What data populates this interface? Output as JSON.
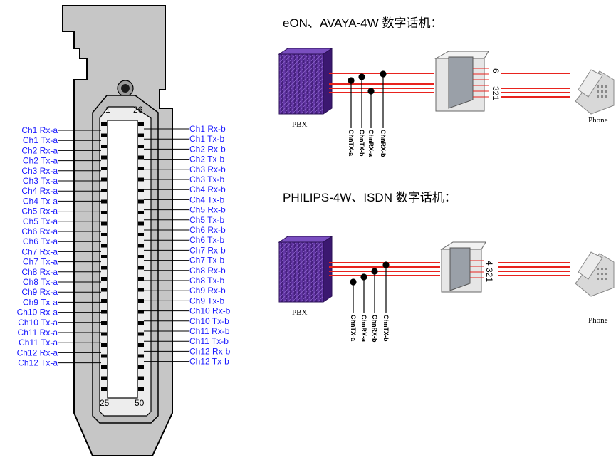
{
  "connector": {
    "pin_first_top": "1",
    "pin_first_bottom": "25",
    "pin_second_top": "26",
    "pin_second_bottom": "50",
    "left_labels": [
      "Ch1 Rx-a",
      "Ch1 Tx-a",
      "Ch2 Rx-a",
      "Ch2 Tx-a",
      "Ch3 Rx-a",
      "Ch3 Tx-a",
      "Ch4 Rx-a",
      "Ch4 Tx-a",
      "Ch5 Rx-a",
      "Ch5 Tx-a",
      "Ch6 Rx-a",
      "Ch6 Tx-a",
      "Ch7 Rx-a",
      "Ch7 Tx-a",
      "Ch8 Rx-a",
      "Ch8 Tx-a",
      "Ch9 Rx-a",
      "Ch9 Tx-a",
      "Ch10 Rx-a",
      "Ch10 Tx-a",
      "Ch11 Rx-a",
      "Ch11 Tx-a",
      "Ch12 Rx-a",
      "Ch12 Tx-a"
    ],
    "right_labels": [
      "Ch1 Rx-b",
      "Ch1 Tx-b",
      "Ch2 Rx-b",
      "Ch2 Tx-b",
      "Ch3 Rx-b",
      "Ch3 Tx-b",
      "Ch4 Rx-b",
      "Ch4 Tx-b",
      "Ch5 Rx-b",
      "Ch5 Tx-b",
      "Ch6 Rx-b",
      "Ch6 Tx-b",
      "Ch7 Rx-b",
      "Ch7 Tx-b",
      "Ch8 Rx-b",
      "Ch8 Tx-b",
      "Ch9 Rx-b",
      "Ch9 Tx-b",
      "Ch10 Rx-b",
      "Ch10 Tx-b",
      "Ch11 Rx-b",
      "Ch11 Tx-b",
      "Ch12 Rx-b",
      "Ch12 Tx-b"
    ]
  },
  "diagram1": {
    "title": "eON、AVAYA-4W 数字话机：",
    "pbx_label": "PBX",
    "phone_label": "Phone",
    "jack_top": "6",
    "jack_bottom": "321",
    "wires": [
      "ChnTX-a",
      "ChnTX-b",
      "ChnRX-a",
      "ChnRX-b"
    ]
  },
  "diagram2": {
    "title": "PHILIPS-4W、ISDN 数字话机：",
    "pbx_label": "PBX",
    "phone_label": "Phone",
    "jack": "4 321",
    "wires": [
      "ChnTX-a",
      "ChnRX-a",
      "ChnRX-b",
      "ChnTX-b"
    ]
  },
  "colors": {
    "label_blue": "#1a1aff",
    "wire_red": "#e8231e",
    "pbx_purple": "#5b2a98",
    "bracket_gray": "#c8c8c8"
  }
}
